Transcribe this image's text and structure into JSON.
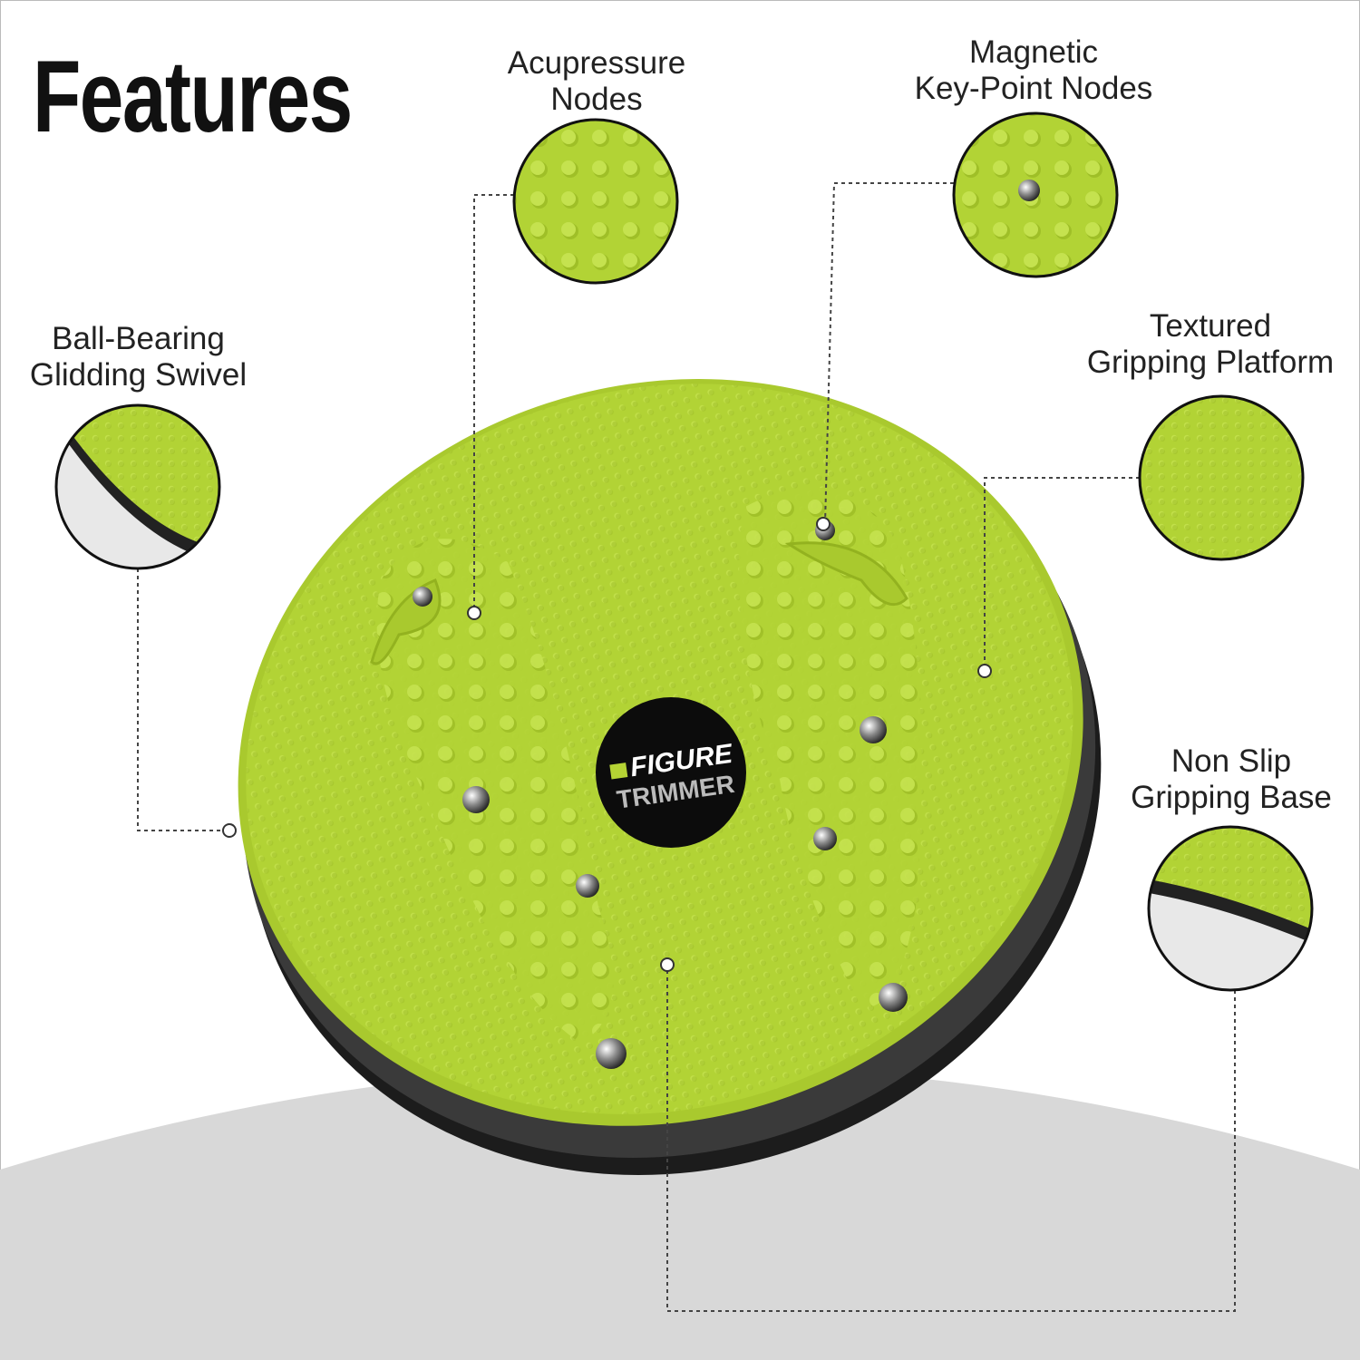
{
  "title": "Features",
  "features": [
    {
      "id": "acupressure",
      "label": [
        "Acupressure",
        "Nodes"
      ]
    },
    {
      "id": "magnetic",
      "label": [
        "Magnetic",
        "Key-Point Nodes"
      ]
    },
    {
      "id": "textured",
      "label": [
        "Textured",
        "Gripping Platform"
      ]
    },
    {
      "id": "ball-bearing",
      "label": [
        "Ball-Bearing",
        "Glidding Swivel"
      ]
    },
    {
      "id": "non-slip",
      "label": [
        "Non Slip",
        "Gripping Base"
      ]
    }
  ],
  "brand": {
    "line1": "FIGURE",
    "line2": "TRIMMER"
  },
  "colors": {
    "disc": "#b2d335",
    "disc_dark": "#9fbf27",
    "base": "#1c1c1c",
    "floor": "#d9d9d9"
  }
}
